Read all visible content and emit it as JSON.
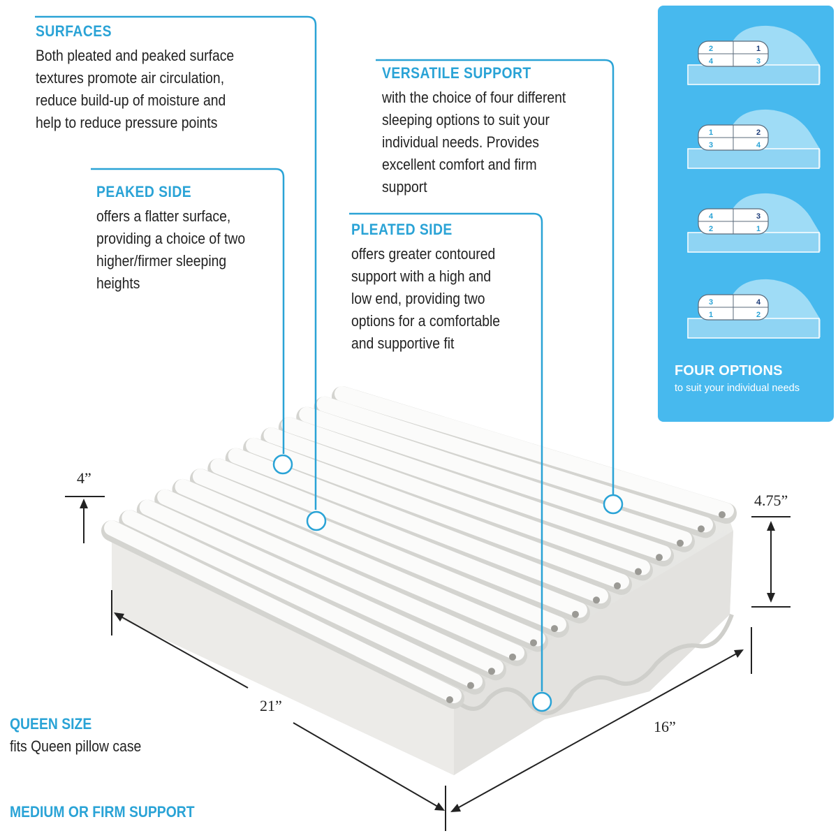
{
  "callouts": {
    "surfaces": {
      "title": "SURFACES",
      "lines": [
        "Both pleated and peaked surface",
        "textures promote air circulation,",
        "reduce build-up of moisture and",
        "help to reduce pressure points"
      ]
    },
    "peaked": {
      "title": "PEAKED SIDE",
      "lines": [
        "offers a flatter surface,",
        "providing a choice of two",
        "higher/firmer sleeping",
        "heights"
      ]
    },
    "versatile": {
      "title": "VERSATILE SUPPORT",
      "lines": [
        "with the choice of four different",
        "sleeping options to suit your",
        "individual needs. Provides",
        "excellent comfort and firm",
        "support"
      ]
    },
    "pleated": {
      "title": "PLEATED SIDE",
      "lines": [
        "offers greater contoured",
        "support with a high and",
        "low end, providing two",
        "options for a comfortable",
        "and supportive fit"
      ]
    }
  },
  "dimensions": {
    "height_low": "4”",
    "height_high": "4.75”",
    "length": "21”",
    "width": "16”"
  },
  "size_info": {
    "title": "QUEEN SIZE",
    "text": "fits Queen pillow case",
    "support": "MEDIUM OR FIRM SUPPORT"
  },
  "options_panel": {
    "title": "FOUR OPTIONS",
    "subtitle": "to suit your individual needs",
    "options": [
      {
        "top_left": "2",
        "top_right": "1",
        "bottom_left": "4",
        "bottom_right": "3"
      },
      {
        "top_left": "1",
        "top_right": "2",
        "bottom_left": "3",
        "bottom_right": "4"
      },
      {
        "top_left": "4",
        "top_right": "3",
        "bottom_left": "2",
        "bottom_right": "1"
      },
      {
        "top_left": "3",
        "top_right": "4",
        "bottom_left": "1",
        "bottom_right": "2"
      }
    ]
  },
  "colors": {
    "accent": "#2aa3d6",
    "panel": "#47b9ee",
    "text": "#222222"
  }
}
